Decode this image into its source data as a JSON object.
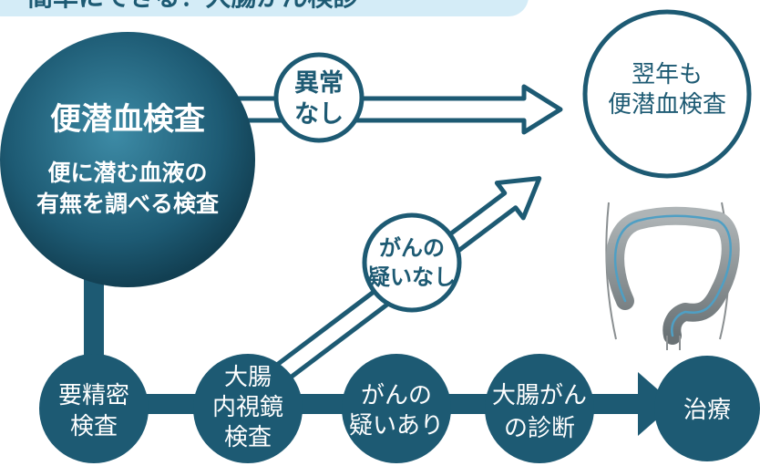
{
  "banner": {
    "text": "簡単にできる！大腸がん検診"
  },
  "main_test": {
    "title": "便潜血検査",
    "desc_line1": "便に潜む血液の",
    "desc_line2": "有無を調べる検査"
  },
  "outcomes": {
    "normal": {
      "line1": "異常",
      "line2": "なし"
    },
    "next_year": {
      "line1": "翌年も",
      "line2": "便潜血検査"
    },
    "no_cancer": {
      "line1": "がんの",
      "line2": "疑いなし"
    }
  },
  "steps": [
    {
      "line1": "要精密",
      "line2": "検査"
    },
    {
      "line1": "大腸",
      "line2": "内視鏡",
      "line3": "検査"
    },
    {
      "line1": "がんの",
      "line2": "疑いあり"
    },
    {
      "line1": "大腸がん",
      "line2": "の診断"
    },
    {
      "line1": "治療"
    }
  ],
  "colors": {
    "primary": "#1d5a73",
    "dark": "#0f3d50",
    "banner_bg": "#d4ecf7",
    "white": "#ffffff"
  },
  "icons": {
    "illustration": "colon-endoscopy-illustration"
  }
}
